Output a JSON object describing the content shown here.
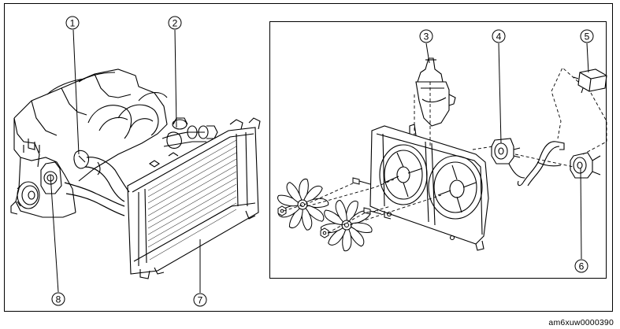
{
  "callouts": [
    {
      "id": "c1",
      "label": "1"
    },
    {
      "id": "c2",
      "label": "2"
    },
    {
      "id": "c3",
      "label": "3"
    },
    {
      "id": "c4",
      "label": "4"
    },
    {
      "id": "c5",
      "label": "5"
    },
    {
      "id": "c6",
      "label": "6"
    },
    {
      "id": "c7",
      "label": "7"
    },
    {
      "id": "c8",
      "label": "8"
    }
  ],
  "figure_code": "am6xuw0000390"
}
